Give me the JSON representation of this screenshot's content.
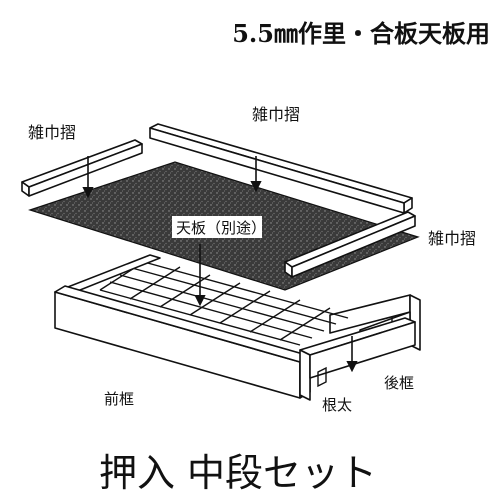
{
  "header": {
    "spec": "5.5㎜作里・合板天板用"
  },
  "labels": {
    "batten_left": "雑巾摺",
    "batten_top": "雑巾摺",
    "batten_right": "雑巾摺",
    "top_board": "天板（別途）",
    "front_frame": "前框",
    "joist": "根太",
    "rear_frame": "後框"
  },
  "caption": "押入 中段セット",
  "colors": {
    "ink": "#111111",
    "board_fill": "#3a3a3a",
    "paper": "#ffffff"
  }
}
